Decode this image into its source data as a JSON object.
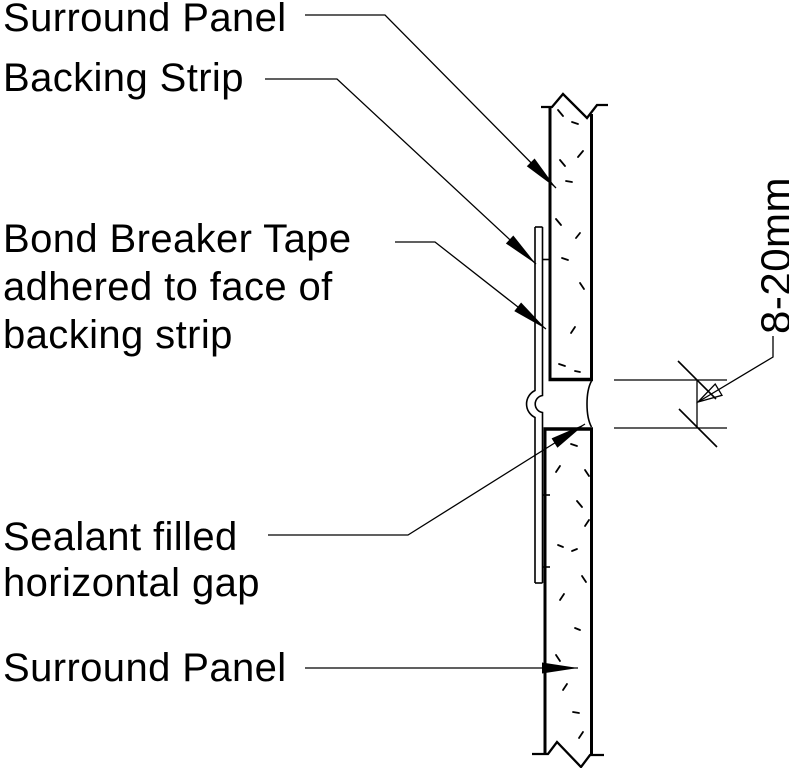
{
  "drawing": {
    "type": "technical-detail-section",
    "subject": "Panel horizontal joint sealant detail",
    "colors": {
      "line": "#000000",
      "background": "#ffffff"
    },
    "labels": {
      "surround_panel_top": "Surround Panel",
      "backing_strip": "Backing Strip",
      "bond_breaker_tape": {
        "line1": "Bond Breaker Tape",
        "line2": "adhered to face of",
        "line3": "backing strip"
      },
      "sealant": {
        "line1": "Sealant filled",
        "line2": "horizontal gap"
      },
      "surround_panel_bottom": "Surround Panel"
    },
    "dimension": {
      "gap_range": "8-20mm"
    }
  }
}
